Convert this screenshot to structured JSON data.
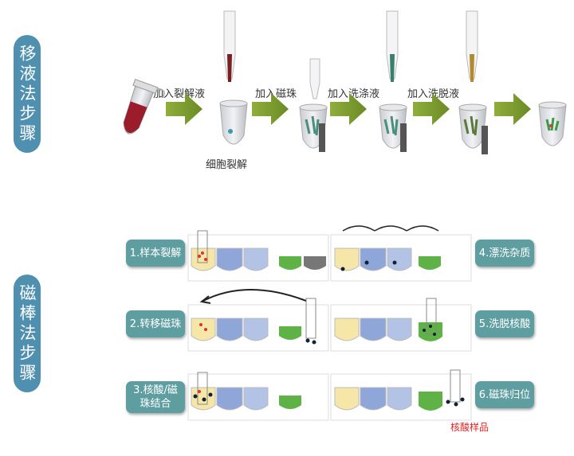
{
  "pipette": {
    "title": "移液法步骤",
    "cell_lysis": "细胞裂解",
    "steps": [
      "加入裂解液",
      "加入磁珠",
      "加入洗涤液",
      "加入洗脱液"
    ]
  },
  "magnetic": {
    "title": "磁棒法步骤",
    "steps": {
      "s1": "1.样本裂解",
      "s2": "2.转移磁珠",
      "s3a": "3.核酸/磁",
      "s3b": "珠结合",
      "s4": "4.漂洗杂质",
      "s5": "5.洗脱核酸",
      "s6": "6.磁珠归位"
    },
    "sample_label": "核酸样品"
  },
  "colors": {
    "pill": "#4f8fb0",
    "step_box": "#5f9ea0",
    "arrow": "#7a9a2e",
    "yellow": "#f6e6a8",
    "blue1": "#8fa6d8",
    "blue2": "#b3c3e6",
    "green": "#5fb245",
    "gray": "#777777"
  },
  "icons": {
    "arrow": "right-arrow-icon",
    "tube": "tube-icon",
    "pipette": "pipette-tip-icon"
  }
}
